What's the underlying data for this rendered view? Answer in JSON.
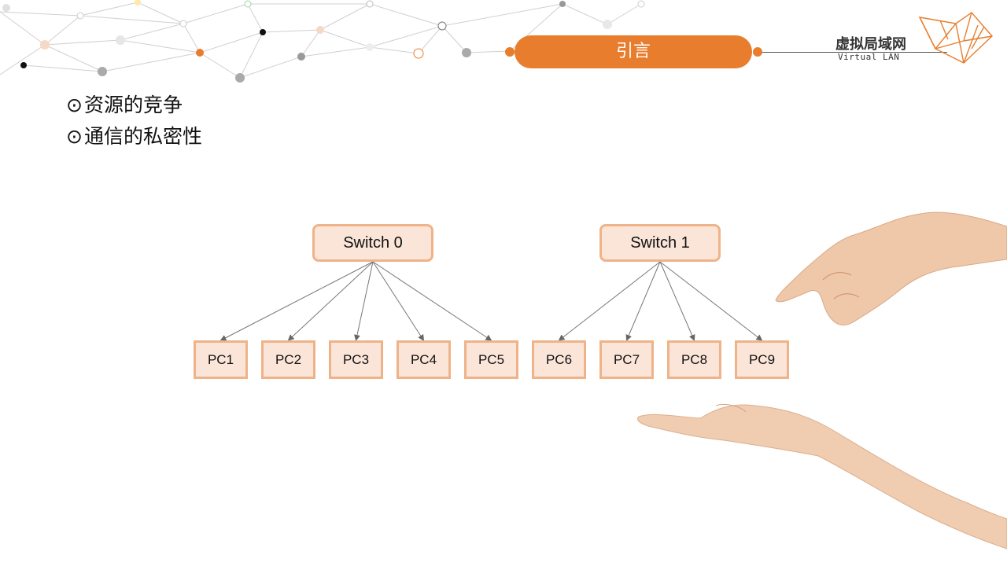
{
  "header": {
    "title": "引言",
    "logo_cn": "虚拟局域网",
    "logo_en": "Virtual LAN"
  },
  "bullets": [
    {
      "symbol": "⊙",
      "text": "资源的竞争"
    },
    {
      "symbol": "⊙",
      "text": "通信的私密性"
    }
  ],
  "diagram": {
    "switches": [
      {
        "label": "Switch 0",
        "children": [
          "PC1",
          "PC2",
          "PC3",
          "PC4",
          "PC5"
        ]
      },
      {
        "label": "Switch 1",
        "children": [
          "PC6",
          "PC7",
          "PC8",
          "PC9"
        ]
      }
    ]
  },
  "colors": {
    "accent": "#e87d2d",
    "node_fill": "#fbe5d8",
    "node_border": "#efb389"
  }
}
